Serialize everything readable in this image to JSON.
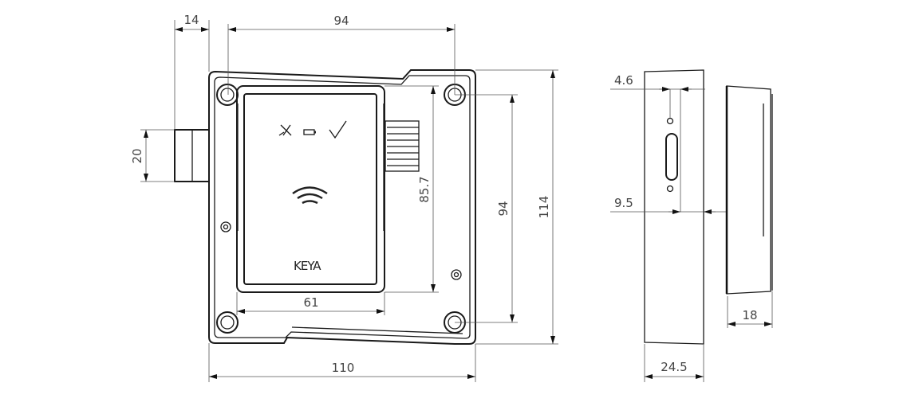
{
  "drawing": {
    "logo_text": "KEYA",
    "front_view": {
      "dimensions": {
        "bolt_offset": "14",
        "hole_spacing_horizontal": "94",
        "overall_width": "110",
        "overall_height": "114",
        "hole_spacing_vertical": "94",
        "card_height": "85.7",
        "card_width": "61",
        "bolt_height": "20"
      },
      "icons": [
        "tools-icon",
        "battery-icon",
        "check-icon",
        "nfc-wave-icon"
      ]
    },
    "side_view": {
      "dimensions": {
        "slot_width": "4.6",
        "slot_offset": "9.5",
        "depth": "24.5"
      }
    },
    "reader_view": {
      "dimensions": {
        "thickness": "18"
      }
    }
  }
}
